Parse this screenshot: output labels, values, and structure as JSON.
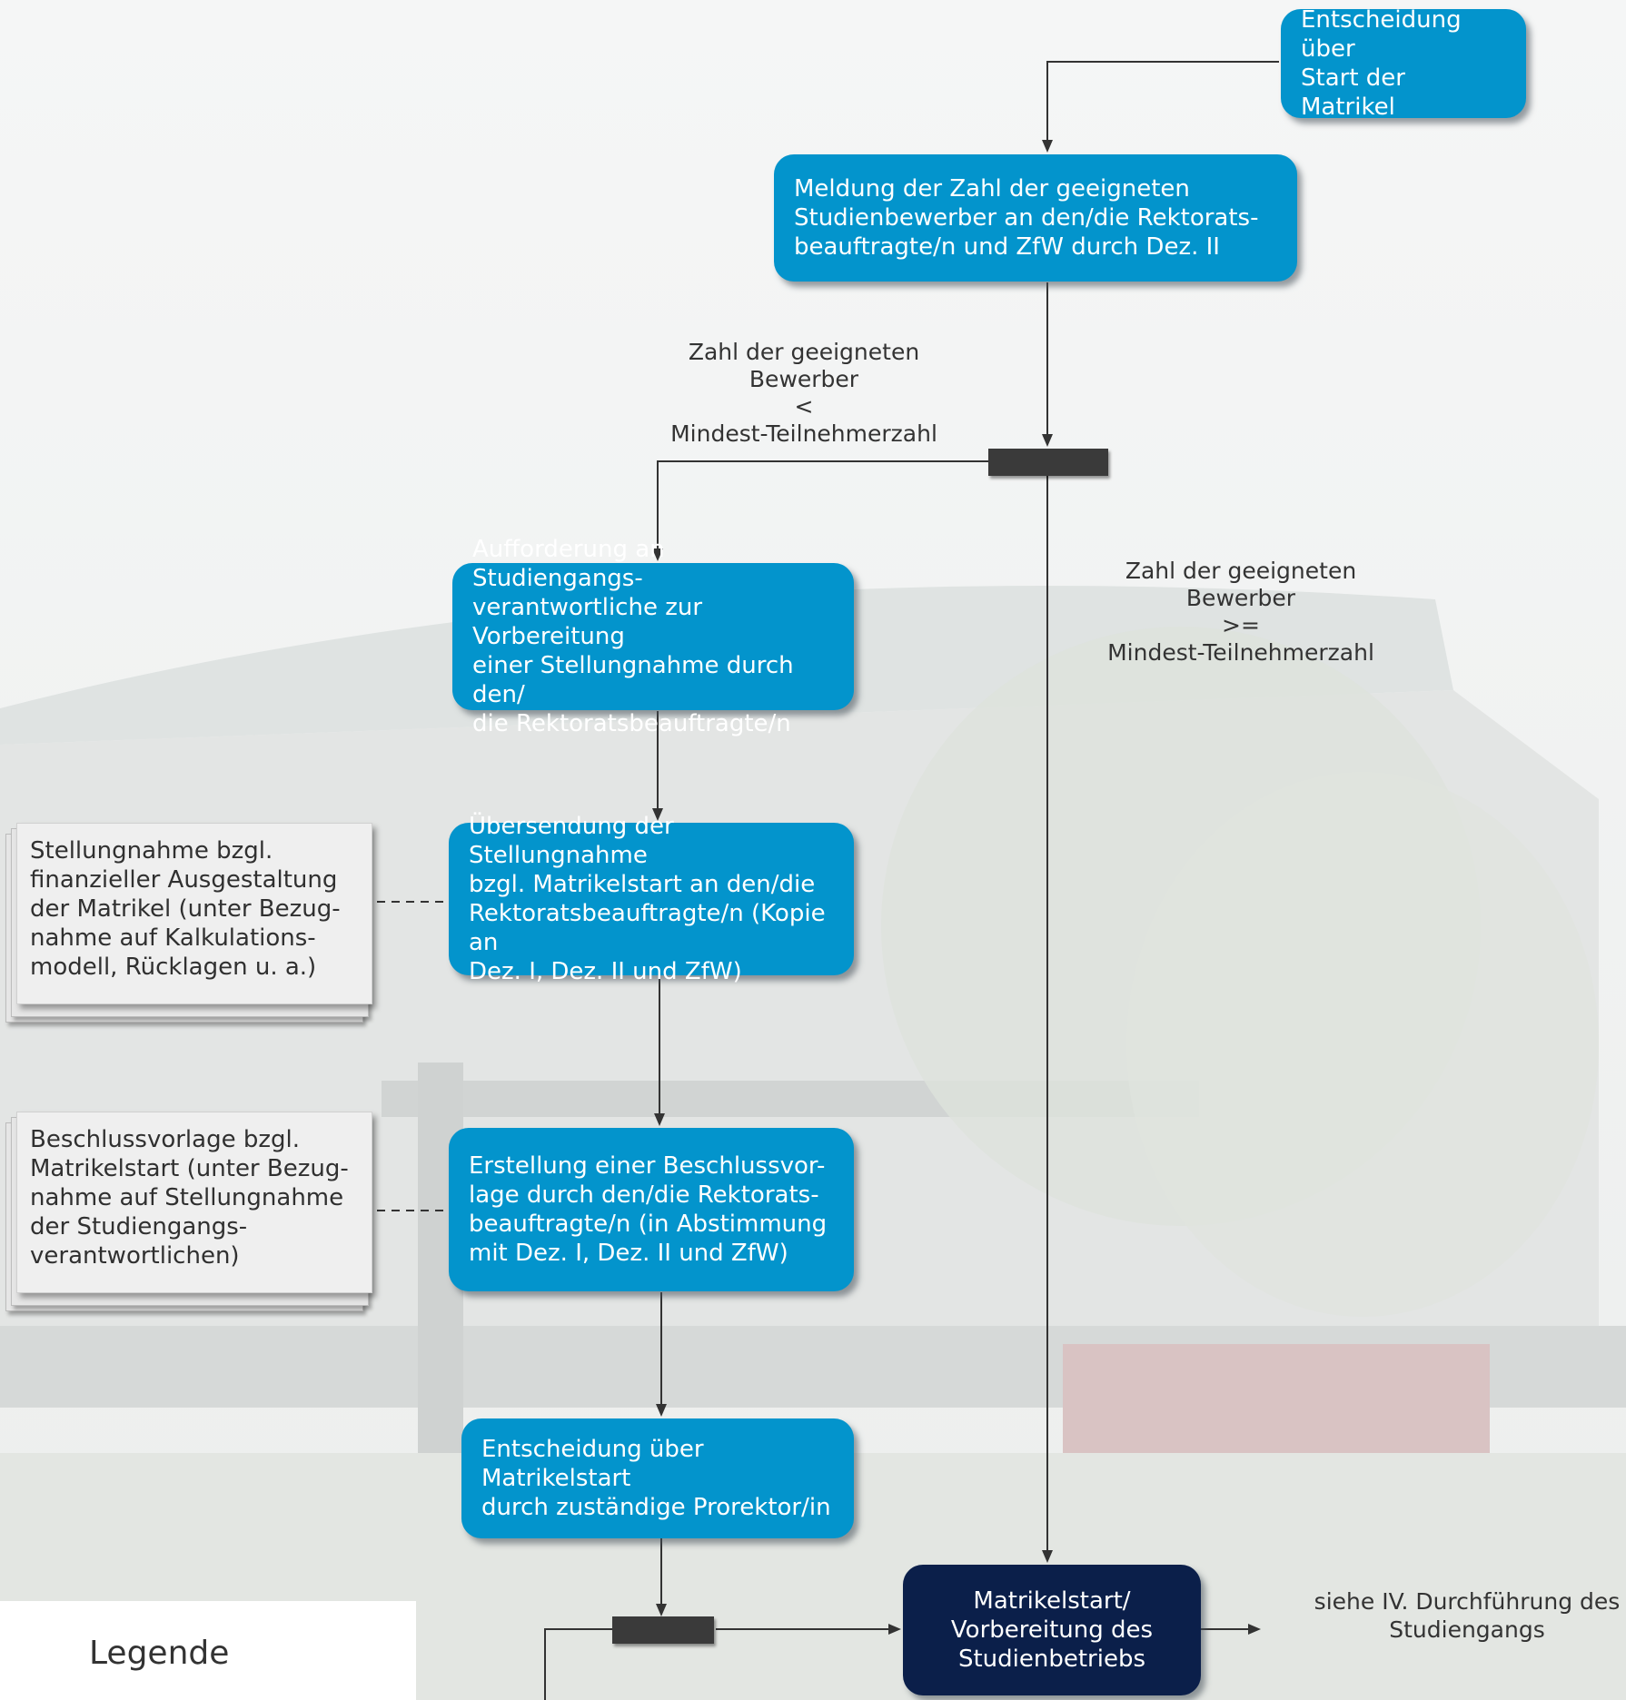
{
  "boxes": {
    "start": "Entscheidung über\nStart der Matrikel",
    "meldung": "Meldung der Zahl der geeigneten\nStudienbewerber an den/die Rektorats-\nbeauftragte/n und ZfW durch Dez. II",
    "aufforderung": "Aufforderung an Studiengangs-\nverantwortliche zur Vorbereitung\neiner Stellungnahme durch den/\ndie Rektoratsbeauftragte/n",
    "uebersendung": "Übersendung der Stellungnahme\nbzgl. Matrikelstart an den/die\nRektoratsbeauftragte/n (Kopie an\nDez. I,  Dez. II und ZfW)",
    "erstellung": "Erstellung einer Beschlussvor-\nlage durch den/die Rektorats-\nbeauftragte/n (in Abstimmung\nmit Dez. I, Dez. II und ZfW)",
    "entscheidung": "Entscheidung über Matrikelstart\ndurch zuständige Prorektor/in",
    "matrikelstart": "Matrikelstart/\nVorbereitung des\nStudienbetriebs"
  },
  "documents": {
    "stellungnahme": "Stellungnahme bzgl.\nfinanzieller Ausgestaltung\nder Matrikel (unter Bezug-\nnahme auf Kalkulations-\nmodell, Rücklagen u. a.)",
    "beschlussvorlage": "Beschlussvorlage bzgl.\nMatrikelstart (unter Bezug-\nnahme auf Stellungnahme\nder Studiengangs-\nverantwortlichen)"
  },
  "conditions": {
    "less": "Zahl der geeigneten\nBewerber\n<\nMindest-Teilnehmerzahl",
    "greater_equal": "Zahl der geeigneten\nBewerber\n>=\nMindest-Teilnehmerzahl"
  },
  "reference": "siehe IV. Durchführung des\nStudiengangs",
  "legend": {
    "title": "Legende"
  },
  "colors": {
    "process_box": "#0394cc",
    "end_box": "#0b1f4a",
    "sync_bar": "#3a3a3a",
    "connector": "#333333"
  }
}
